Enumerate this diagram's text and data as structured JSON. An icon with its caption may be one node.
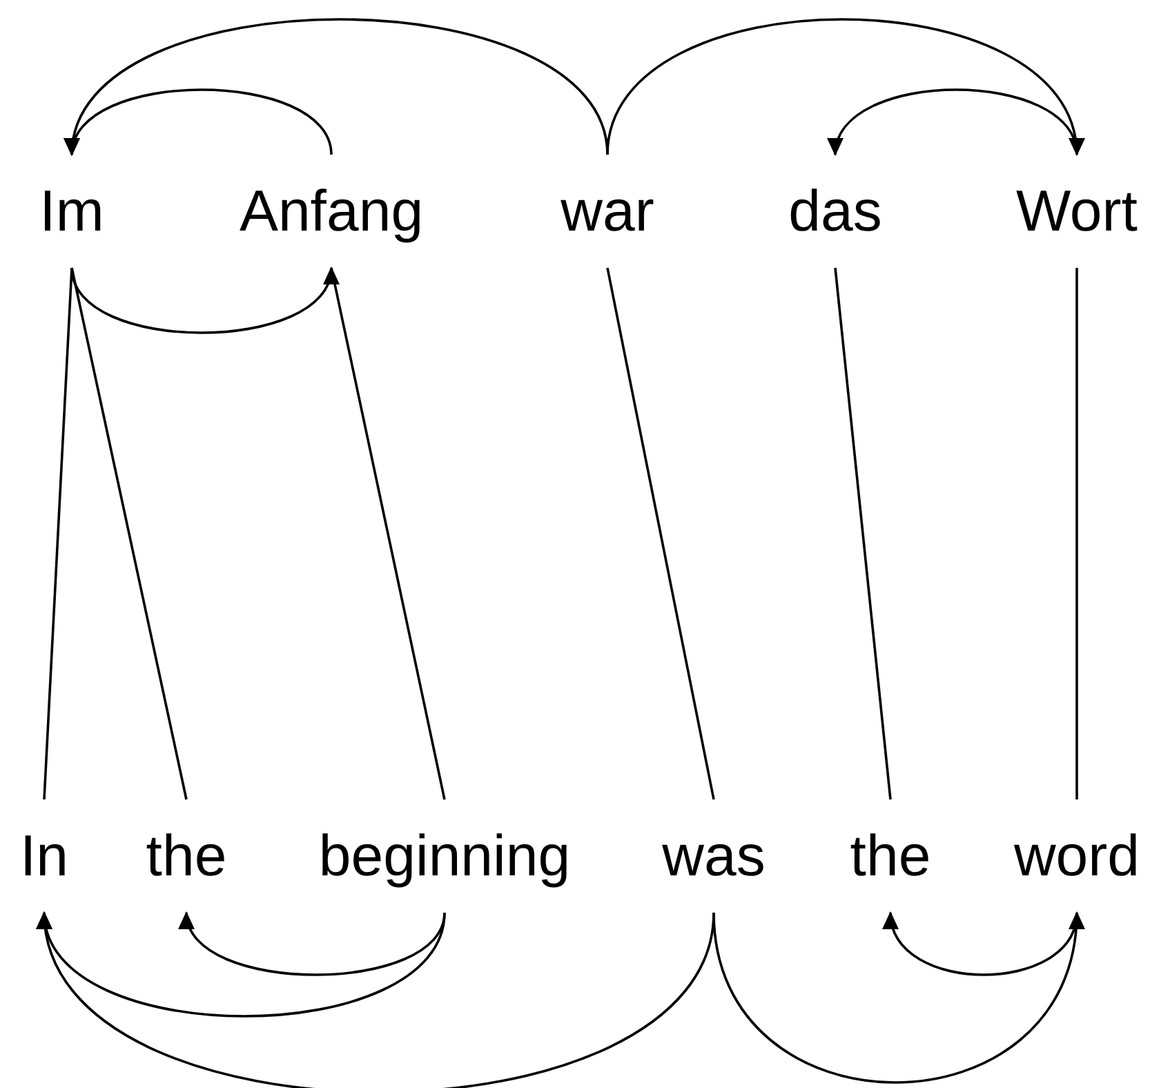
{
  "diagram": {
    "nodes": [
      {
        "text": [
          "Im"
        ]
      },
      {
        "text": [
          "Anfang"
        ]
      },
      {
        "text": [
          "war"
        ]
      },
      {
        "text": [
          "das"
        ]
      },
      {
        "text": [
          "Wort"
        ]
      },
      {
        "text": [
          "In"
        ]
      },
      {
        "text": [
          "the"
        ]
      },
      {
        "text": [
          "beginning"
        ]
      },
      {
        "text": [
          "was"
        ]
      },
      {
        "text": [
          "the"
        ]
      },
      {
        "text": [
          "word"
        ]
      }
    ],
    "edges": [
      {
        "from": 1,
        "to": 0,
        "arrow": "to"
      },
      {
        "from": 2,
        "to": 0,
        "arrow": "to"
      },
      {
        "from": 2,
        "to": 4,
        "arrow": "to"
      },
      {
        "from": 4,
        "to": 3,
        "arrow": "to"
      },
      {
        "from": 0,
        "to": 1,
        "arrow": "to"
      },
      {
        "from": 0,
        "to": 5,
        "arrow": "none"
      },
      {
        "from": 0,
        "to": 6,
        "arrow": "none"
      },
      {
        "from": 1,
        "to": 7,
        "arrow": "none"
      },
      {
        "from": 2,
        "to": 8,
        "arrow": "none"
      },
      {
        "from": 3,
        "to": 9,
        "arrow": "none"
      },
      {
        "from": 4,
        "to": 10,
        "arrow": "none"
      },
      {
        "from": 7,
        "to": 6,
        "arrow": "to"
      },
      {
        "from": 7,
        "to": 5,
        "arrow": "to"
      },
      {
        "from": 8,
        "to": 5,
        "arrow": "to"
      },
      {
        "from": 8,
        "to": 10,
        "arrow": "to"
      },
      {
        "from": 10,
        "to": 9,
        "arrow": "to"
      }
    ]
  }
}
